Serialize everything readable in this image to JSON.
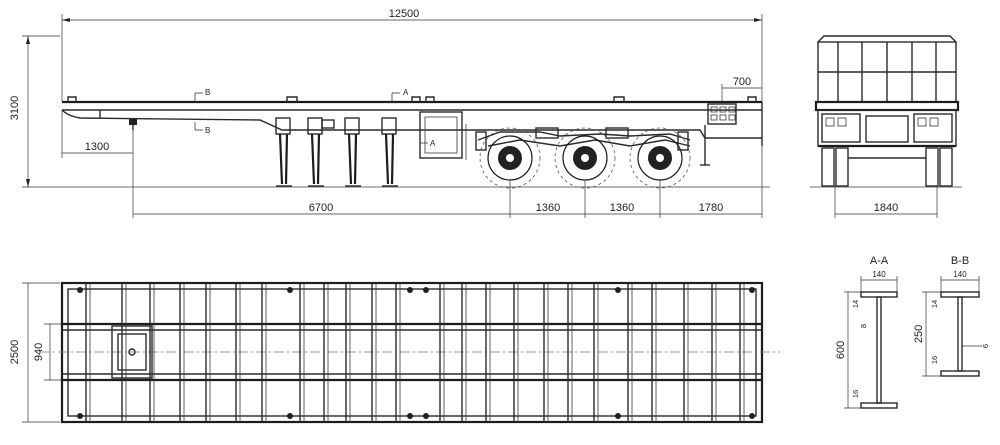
{
  "dimensions": {
    "overall_length": "12500",
    "overall_height": "3100",
    "front_overhang": "1300",
    "kingpin_to_first_axle": "6700",
    "axle_spacing_1": "1360",
    "axle_spacing_2": "1360",
    "rear_overhang": "1780",
    "rear_section": "700",
    "track_width": "1840",
    "overall_width": "2500",
    "inner_width": "940"
  },
  "section_marks": {
    "b": "B",
    "a": "A",
    "a_lower": "A"
  },
  "sections": {
    "aa": {
      "title": "A-A",
      "flange_width": "140",
      "top_flange": "14",
      "web": "8",
      "height": "600",
      "bottom_flange": "16"
    },
    "bb": {
      "title": "B-B",
      "flange_width": "140",
      "top_flange": "14",
      "height": "250",
      "web": "6",
      "bottom_flange": "16"
    }
  }
}
